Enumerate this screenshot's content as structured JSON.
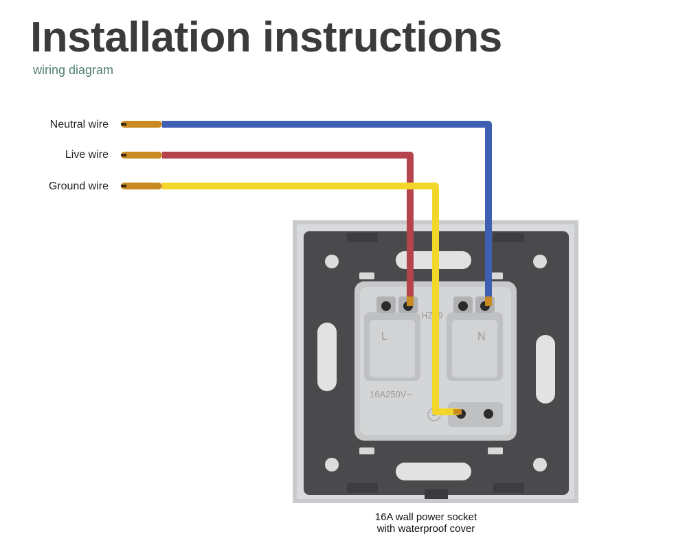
{
  "header": {
    "title": "Installation instructions",
    "subtitle": "wiring diagram"
  },
  "wires": [
    {
      "label": "Neutral wire",
      "color": "#3f5fb3"
    },
    {
      "label": "Live wire",
      "color": "#b5434c"
    },
    {
      "label": "Ground wire",
      "color": "#f2d72a"
    }
  ],
  "socket": {
    "caption_line1": "16A wall power socket",
    "caption_line2": "with waterproof cover",
    "terminal_live": "L",
    "terminal_neutral": "N",
    "rating": "16A250V~",
    "model_mark": "HZ09"
  },
  "colors": {
    "frame": "#c9cacd",
    "back_plate": "#4a4a4c",
    "mechanism": "#c8c9ca",
    "copper": "#c98a22"
  }
}
